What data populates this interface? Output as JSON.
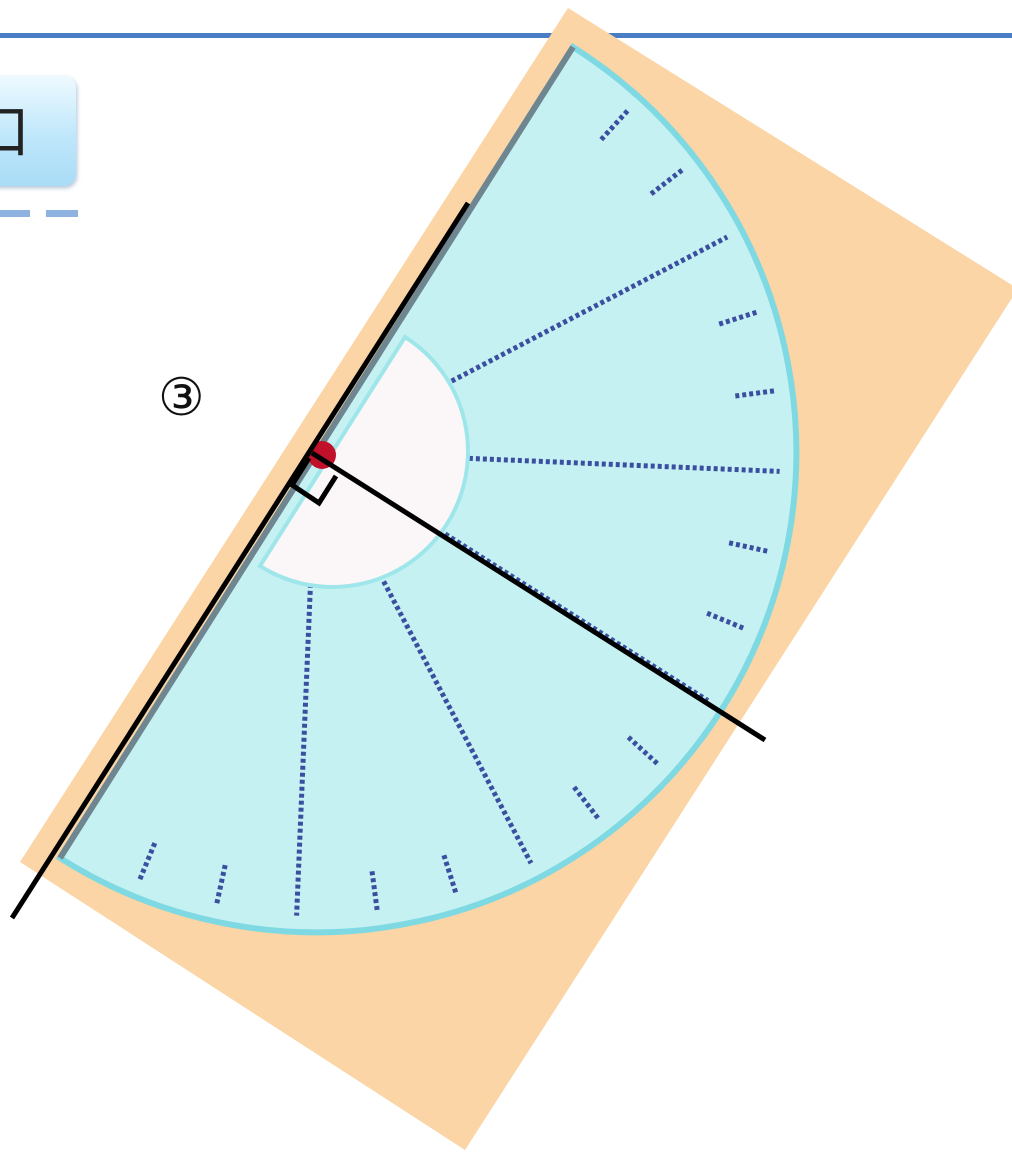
{
  "header": {
    "tab_label": "口"
  },
  "figure": {
    "step_marker": "③",
    "protractor_tick_count": 18,
    "colors": {
      "title_rule": "#4a7ec4",
      "dash": "#8fb3e0",
      "base_paper": "#fbd5a5",
      "protractor_fill": "#c6f1f3",
      "protractor_rim": "#7fd9e2",
      "center_hole": "#fbf6f8",
      "tick": "#3a4fa0",
      "vertex_dot": "#c0102a",
      "lines": "#000000"
    }
  }
}
